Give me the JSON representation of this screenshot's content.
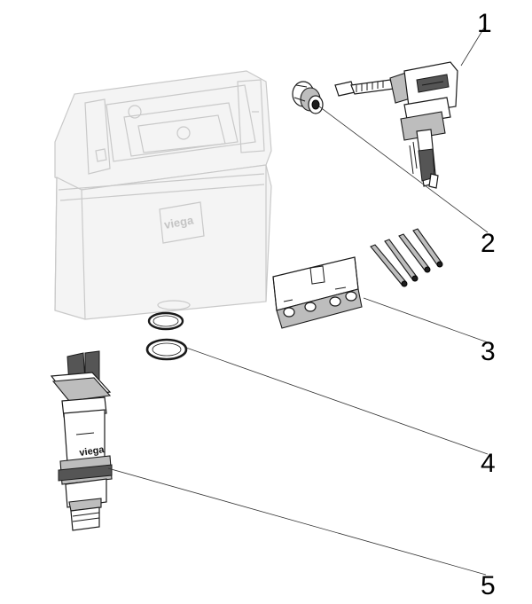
{
  "callouts": [
    "1",
    "2",
    "3",
    "4",
    "5"
  ],
  "brand": "viega",
  "parts": {
    "cistern": "cistern-ghost",
    "fill_valve": "fill-valve",
    "valve_connector": "valve-connector",
    "mounting_kit": "mounting-bracket-and-screws",
    "seal_rings": "o-ring-seals",
    "flush_valve": "flush-valve"
  }
}
